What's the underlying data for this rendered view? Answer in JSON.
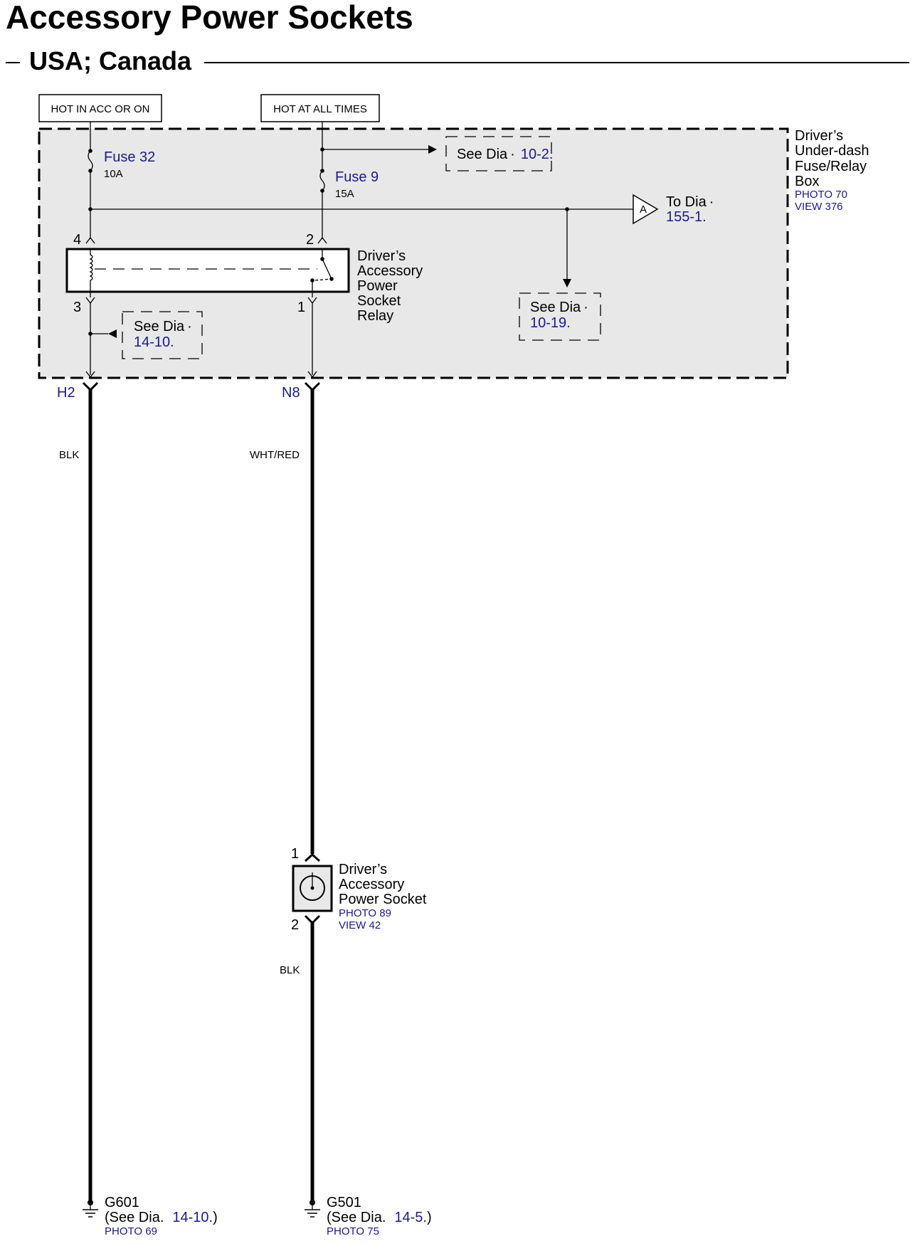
{
  "title": "Accessory Power Sockets",
  "subtitle": "USA; Canada",
  "power_labels": {
    "acc": "HOT IN ACC OR ON",
    "always": "HOT AT ALL TIMES"
  },
  "fuse_box": {
    "name_lines": [
      "Driver’s",
      "Under-dash",
      "Fuse/Relay",
      "Box"
    ],
    "photo": "PHOTO 70",
    "view": "VIEW 376"
  },
  "fuse32": {
    "name": "Fuse 32",
    "rating": "10A"
  },
  "fuse9": {
    "name": "Fuse 9",
    "rating": "15A"
  },
  "see_dia_10_2": {
    "prefix": "See Dia",
    "ref": "10-2."
  },
  "to_dia": {
    "prefix": "To Dia",
    "ref": "155-1.",
    "connector": "A"
  },
  "see_dia_10_19": {
    "prefix": "See Dia",
    "ref": "10-19."
  },
  "see_dia_14_10": {
    "prefix": "See Dia",
    "ref": "14-10."
  },
  "relay": {
    "name_lines": [
      "Driver’s",
      "Accessory",
      "Power",
      "Socket",
      "Relay"
    ],
    "pins": {
      "p4": "4",
      "p2": "2",
      "p3": "3",
      "p1": "1"
    }
  },
  "connectors": {
    "left": "H2",
    "right": "N8"
  },
  "wires": {
    "left": "BLK",
    "right": "WHT/RED",
    "socket_ground": "BLK"
  },
  "socket": {
    "name_lines": [
      "Driver’s",
      "Accessory",
      "Power Socket"
    ],
    "photo": "PHOTO 89",
    "view": "VIEW 42",
    "pin_top": "1",
    "pin_bottom": "2"
  },
  "grounds": {
    "g601": {
      "name": "G601",
      "see_prefix": "(See  Dia.",
      "ref": "14-10.",
      "suffix": ")",
      "photo": "PHOTO 69"
    },
    "g501": {
      "name": "G501",
      "see_prefix": "(See  Dia.",
      "ref": "14-5.",
      "suffix": ")",
      "photo": "PHOTO 75"
    }
  }
}
